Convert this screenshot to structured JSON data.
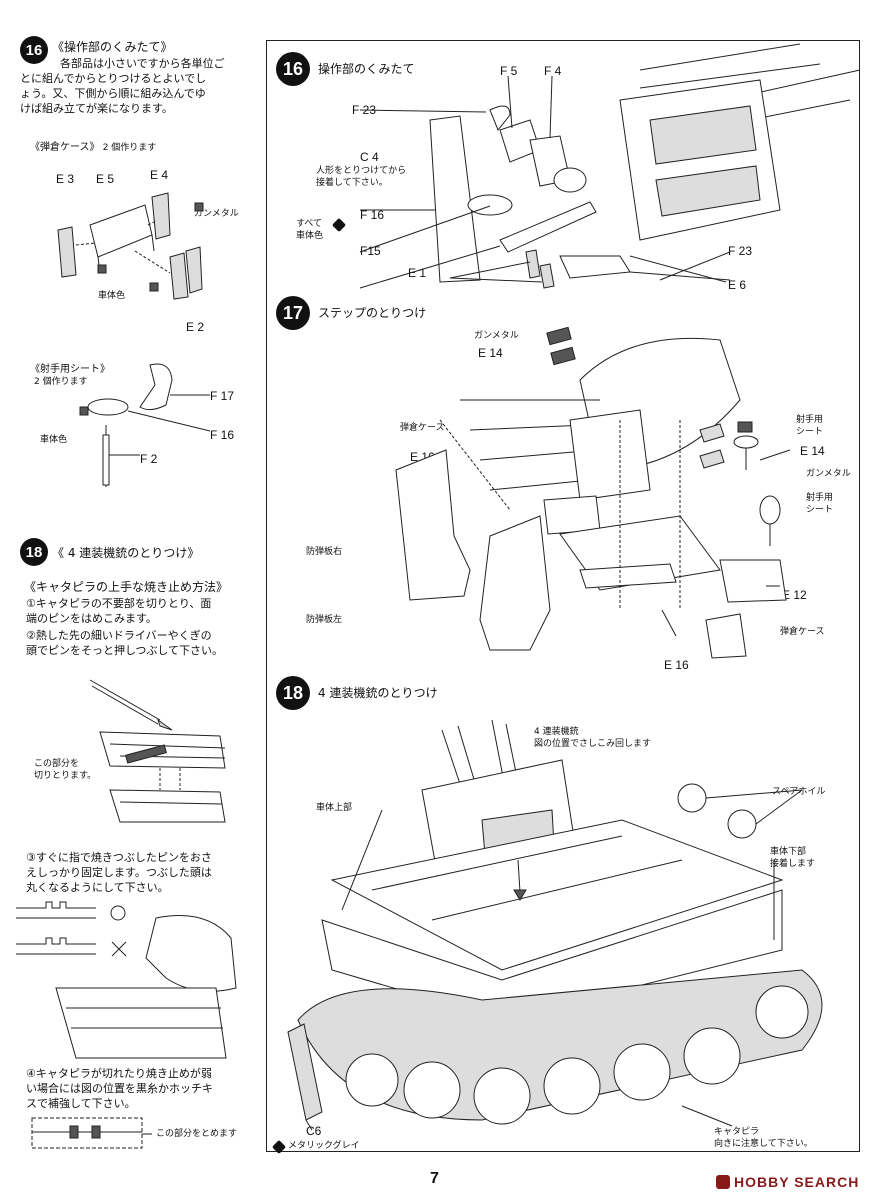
{
  "left": {
    "step16": {
      "badge": "16",
      "title": "《操作部のくみたて》",
      "text": "各部品は小さいですから各単位ご\nとに組んでからとりつけるとよいでし\nょう。又、下側から順に組み込んでゆ\nけば組み立てが楽になります。",
      "ammo_case_title": "《弾倉ケース》",
      "ammo_case_note": "2 個作ります",
      "labels": {
        "e3": "E 3",
        "e5": "E 5",
        "e4": "E 4",
        "e2": "E 2",
        "gunmetal": "ガンメタル",
        "body_color": "車体色"
      },
      "seat_title": "《射手用シート》",
      "seat_note": "2 個作ります",
      "seat_labels": {
        "f17": "F 17",
        "f16": "F 16",
        "f2": "F 2",
        "body_color": "車体色"
      }
    },
    "step18": {
      "badge": "18",
      "title": "《 4 連装機銃のとりつけ》",
      "method_title": "《キャタピラの上手な焼き止め方法》",
      "p1": "①キャタピラの不要部を切りとり、面\n端のピンをはめこみます。",
      "p2": "②熱した先の細いドライバーやくぎの\n頭でピンをそっと押しつぶして下さい。",
      "cut_note": "この部分を\n切りとります。",
      "p3": "③すぐに指で焼きつぶしたピンをおさ\nえしっかり固定します。つぶした頭は\n丸くなるようにして下さい。",
      "p4": "④キャタピラが切れたり焼き止めが弱\nい場合には図の位置を黒糸かホッチキ\nスで補強して下さい。",
      "fasten_note": "この部分をとめます"
    }
  },
  "right": {
    "step16": {
      "badge": "16",
      "title": "操作部のくみたて",
      "labels": {
        "f5": "F 5",
        "f4": "F 4",
        "f23a": "F 23",
        "c4": "C 4",
        "c4_note": "人形をとりつけてから\n接着して下さい。",
        "f16": "F 16",
        "all_body": "すべて\n車体色",
        "f15": "F15",
        "e1": "E 1",
        "f23b": "F 23",
        "e6": "E 6"
      }
    },
    "step17": {
      "badge": "17",
      "title": "ステップのとりつけ",
      "labels": {
        "gunmetal": "ガンメタル",
        "e14a": "E 14",
        "ammo_case": "弾倉ケース",
        "e16a": "E 16",
        "shield_right": "防弾板右",
        "shield_left": "防弾板左",
        "seat_a": "射手用\nシート",
        "e14b": "E 14",
        "gunmetal_b": "ガンメタル",
        "seat_b": "射手用\nシート",
        "e12": "E 12",
        "ammo_case_b": "弾倉ケース",
        "e16b": "E 16"
      }
    },
    "step18": {
      "badge": "18",
      "title": "4 連装機銃のとりつけ",
      "labels": {
        "quad_gun": "4 連装機銃\n図の位置でさしこみ回します",
        "upper_hull": "車体上部",
        "spare_wheel": "スペアホイル",
        "lower_hull": "車体下部\n接着します",
        "c6": "C6",
        "metallic_gray": "メタリックグレイ",
        "track": "キャタピラ\n向きに注意して下さい。"
      }
    }
  },
  "footer": {
    "page_number": "7",
    "watermark": "HOBBY SEARCH"
  }
}
